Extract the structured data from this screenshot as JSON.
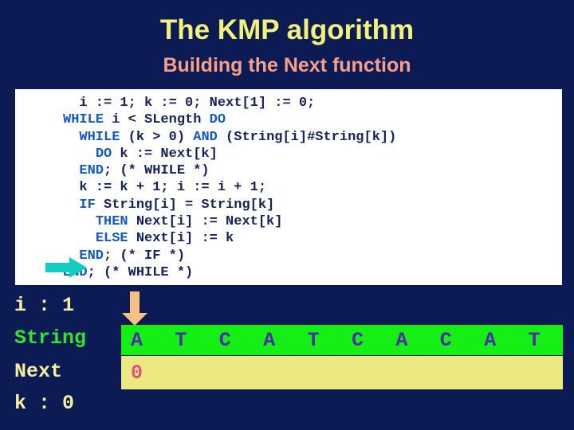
{
  "slide": {
    "title": "The KMP algorithm",
    "subtitle": "Building the Next function",
    "background_color": "#0d1b54",
    "title_color": "#f2f27a",
    "subtitle_color": "#f6a08a"
  },
  "code": {
    "background_color": "#ffffff",
    "text_color": "#15225c",
    "keyword_color": "#1359c4",
    "pointer_icon": "right-arrow-icon",
    "pointer_color": "#11ccbf",
    "pointer_line_index": 5,
    "lines": [
      "  i := 1; k := 0; Next[1] := 0;",
      "WHILE i < SLength DO",
      "  WHILE (k > 0) AND (String[i]#String[k])",
      "    DO k := Next[k]",
      "  END; (* WHILE *)",
      "  k := k + 1; i := i + 1;",
      "  IF String[i] = String[k]",
      "    THEN Next[i] := Next[k]",
      "    ELSE Next[i] := k",
      "  END; (* IF *)",
      "END; (* WHILE *)"
    ],
    "keywords": [
      "WHILE",
      "DO",
      "AND",
      "END",
      "IF",
      "THEN",
      "ELSE"
    ]
  },
  "trace": {
    "i_label": "i : 1",
    "string_label": "String",
    "next_label": "Next",
    "k_label": "k : 0",
    "i_value": "1",
    "k_value": "0",
    "string_label_color": "#2ee62e",
    "label_color": "#f2f0a0",
    "string_band_color": "#16ef16",
    "string_letter_color": "#4a2fa8",
    "next_band_color": "#ece980",
    "next_value_color": "#e0527e",
    "index_arrow_icon": "down-arrow-icon",
    "index_arrow_color": "#f5c183",
    "index_arrow_cell": 0,
    "string_cells": [
      "A",
      "T",
      "C",
      "A",
      "T",
      "C",
      "A",
      "C",
      "A",
      "T"
    ],
    "next_cells": [
      "0",
      "",
      "",
      "",
      "",
      "",
      "",
      "",
      "",
      ""
    ]
  }
}
